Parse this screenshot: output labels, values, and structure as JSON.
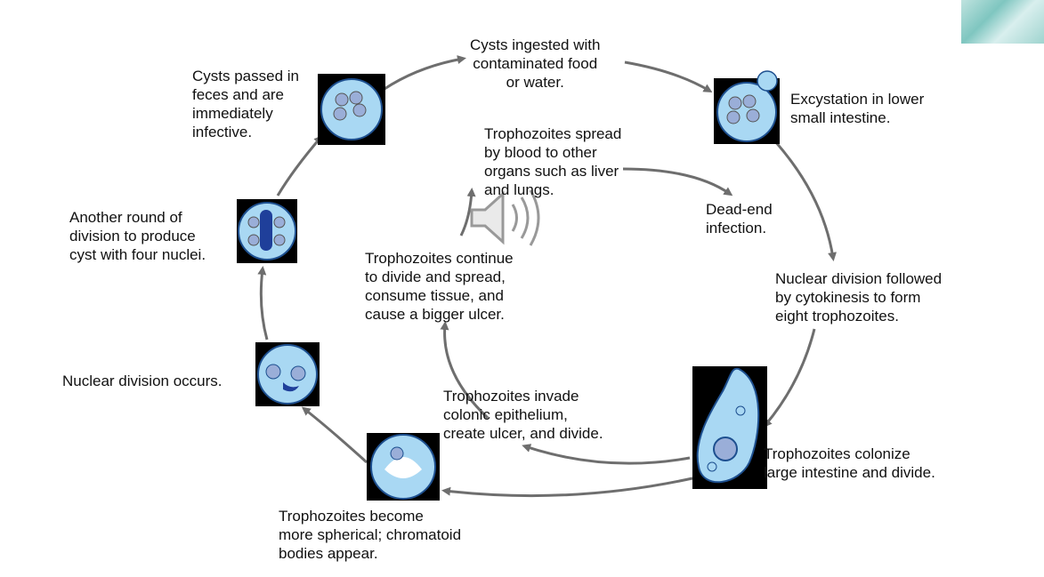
{
  "labels": {
    "cysts_ingested": "Cysts ingested with\ncontaminated food\nor water.",
    "excystation": "Excystation in lower\nsmall intestine.",
    "nuclear_division_followed": "Nuclear division followed\nby cytokinesis to form\neight trophozoites.",
    "colonize": "Trophozoites colonize\nlarge intestine and divide.",
    "invade": "Trophozoites invade\ncolonic epithelium,\ncreate ulcer, and divide.",
    "continue_divide": "Trophozoites continue\nto divide and spread,\nconsume tissue, and\ncause a bigger ulcer.",
    "spread_blood": "Trophozoites spread\nby blood to other\norgans such as liver\nand lungs.",
    "dead_end": "Dead-end\ninfection.",
    "spherical": "Trophozoites become\nmore spherical; chromatoid\nbodies appear.",
    "nuclear_division_occurs": "Nuclear division occurs.",
    "another_round": "Another round of\ndivision to produce\ncyst with four nuclei.",
    "cysts_passed": "Cysts passed in\nfeces and are\nimmediately\ninfective."
  },
  "icons": {
    "speaker": "speaker-icon"
  },
  "colors": {
    "arrow": "#6e6e6e",
    "cell_fill": "#a9d8f3",
    "cell_border": "#1d4f8f",
    "nucleus": "#9aaed8",
    "chromatoid": "#1f3f9a"
  }
}
